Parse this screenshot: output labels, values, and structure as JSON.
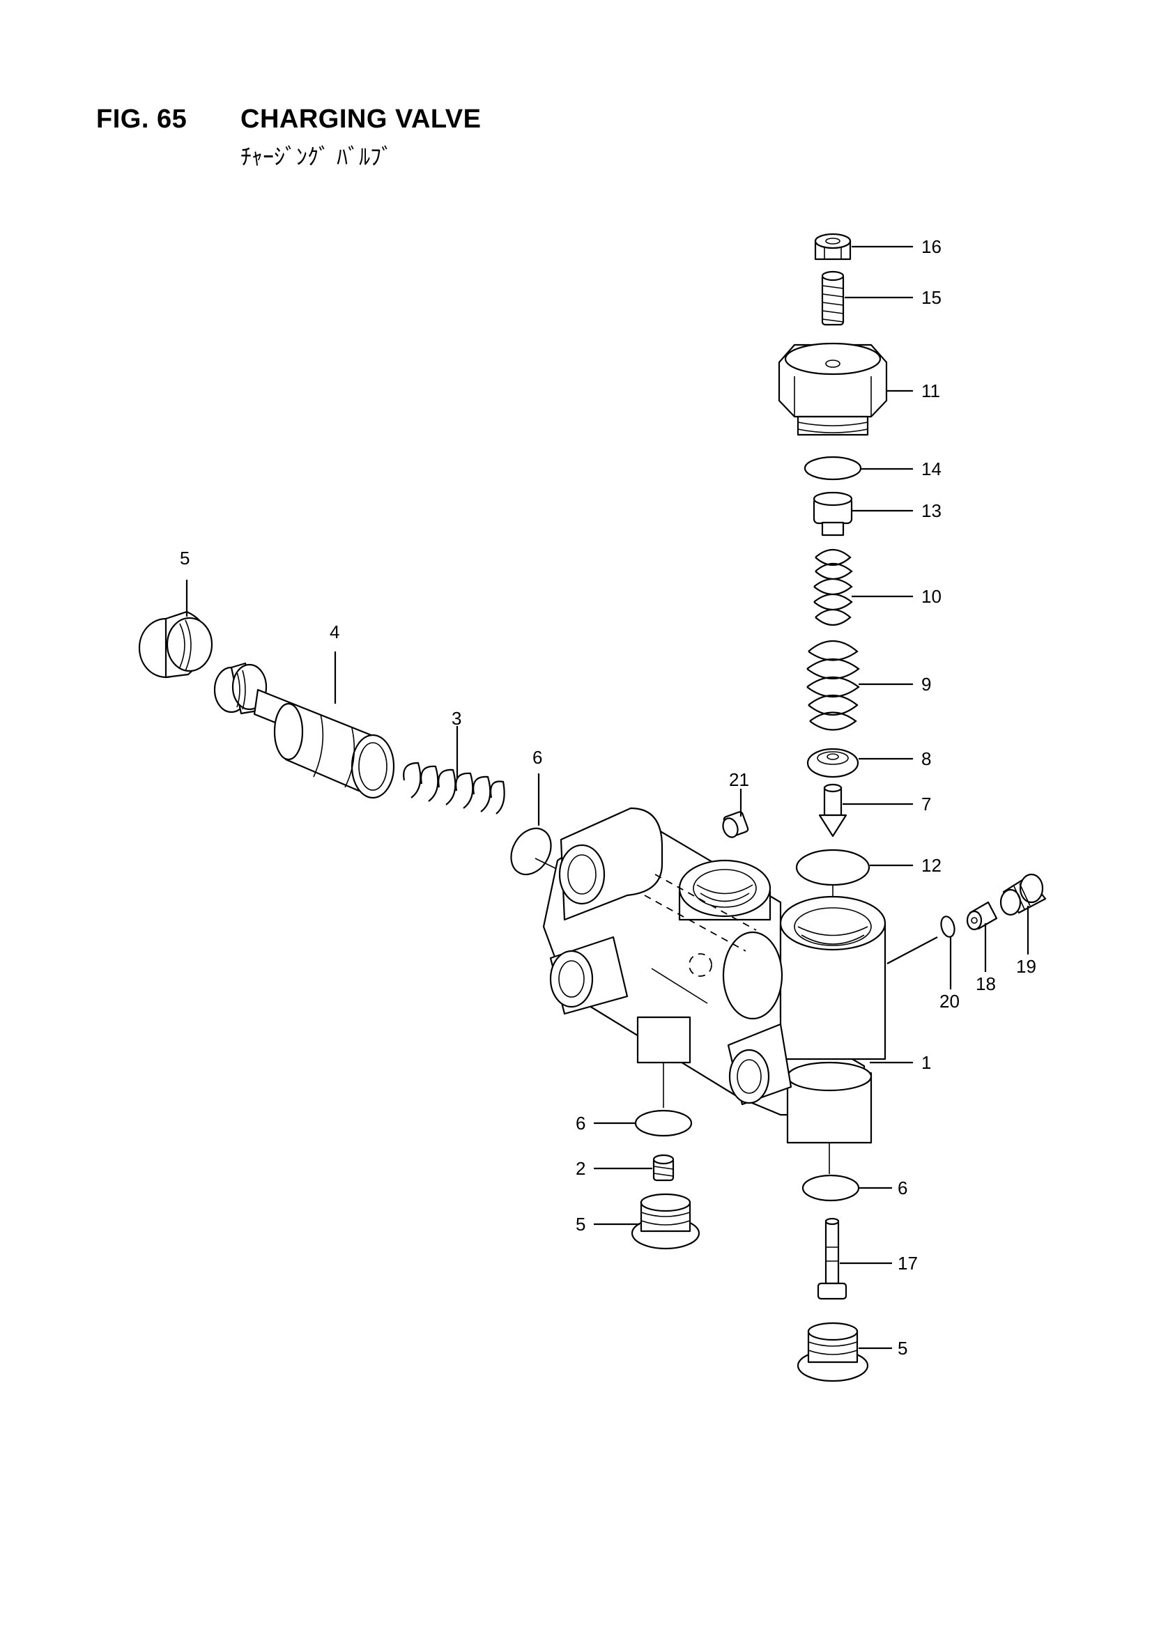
{
  "header": {
    "figure_number": "FIG. 65",
    "title": "CHARGING VALVE",
    "subtitle": "ﾁｬｰｼﾞﾝｸﾞ ﾊﾞﾙﾌﾞ"
  },
  "callouts": [
    {
      "id": "c16",
      "text": "16"
    },
    {
      "id": "c15",
      "text": "15"
    },
    {
      "id": "c11",
      "text": "11"
    },
    {
      "id": "c14",
      "text": "14"
    },
    {
      "id": "c13",
      "text": "13"
    },
    {
      "id": "c10",
      "text": "10"
    },
    {
      "id": "c9",
      "text": "9"
    },
    {
      "id": "c8",
      "text": "8"
    },
    {
      "id": "c7",
      "text": "7"
    },
    {
      "id": "c12",
      "text": "12"
    },
    {
      "id": "c21",
      "text": "21"
    },
    {
      "id": "c19",
      "text": "19"
    },
    {
      "id": "c18",
      "text": "18"
    },
    {
      "id": "c20",
      "text": "20"
    },
    {
      "id": "c1",
      "text": "1"
    },
    {
      "id": "c6a",
      "text": "6"
    },
    {
      "id": "c6b",
      "text": "6"
    },
    {
      "id": "c6c",
      "text": "6"
    },
    {
      "id": "c2",
      "text": "2"
    },
    {
      "id": "c5a",
      "text": "5"
    },
    {
      "id": "c5b",
      "text": "5"
    },
    {
      "id": "c5c",
      "text": "5"
    },
    {
      "id": "c17",
      "text": "17"
    },
    {
      "id": "c4",
      "text": "4"
    },
    {
      "id": "c3",
      "text": "3"
    }
  ]
}
